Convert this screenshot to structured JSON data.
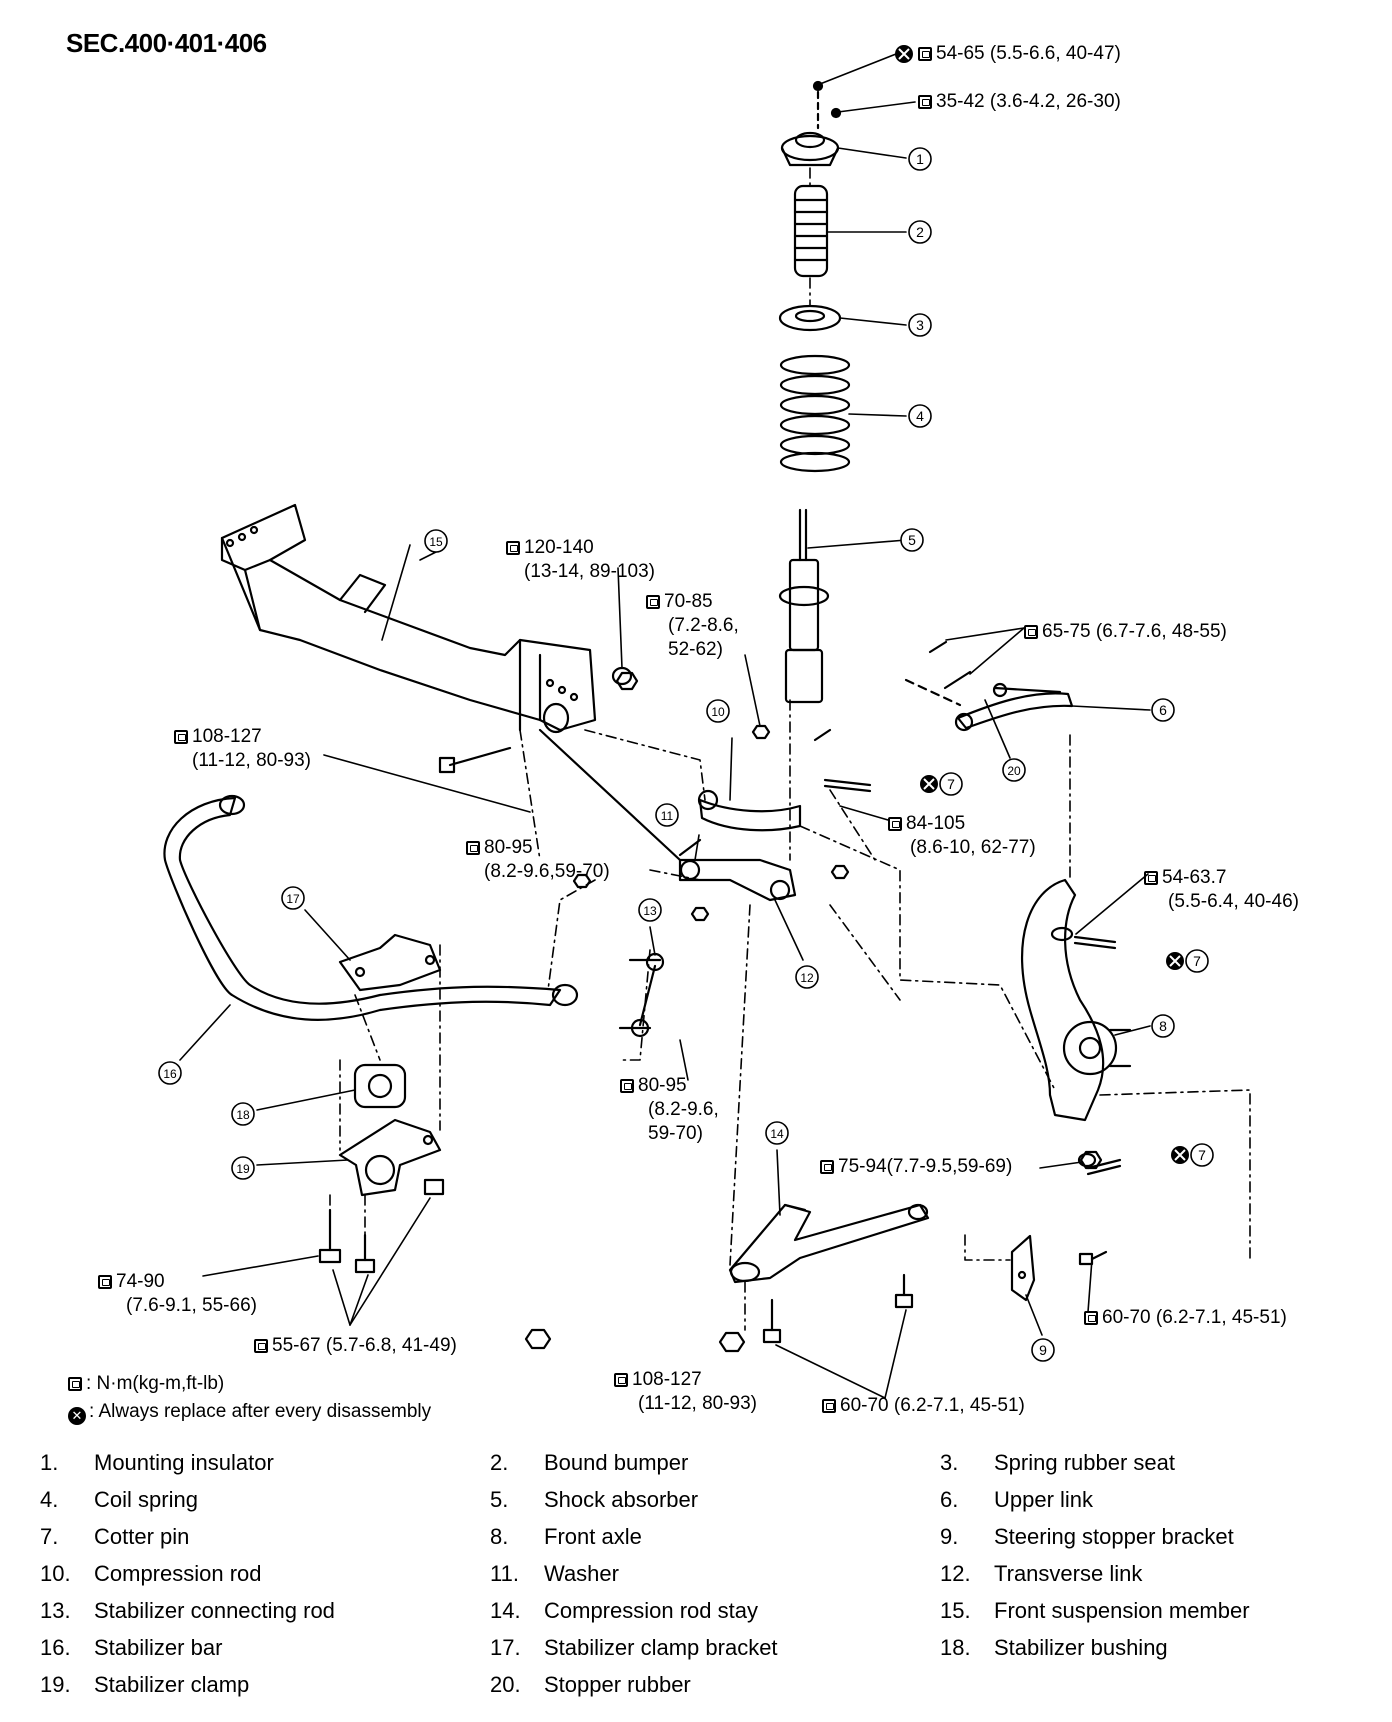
{
  "section_title": "SEC.400·401·406",
  "callout_numbers": [
    "1",
    "2",
    "3",
    "4",
    "5",
    "6",
    "7",
    "8",
    "9",
    "10",
    "11",
    "12",
    "13",
    "14",
    "15",
    "16",
    "17",
    "18",
    "19",
    "20"
  ],
  "torques": {
    "t1": "54-65 (5.5-6.6, 40-47)",
    "t2": "35-42 (3.6-4.2, 26-30)",
    "t3_l1": "120-140",
    "t3_l2": "(13-14, 89-103)",
    "t4_l1": "70-85",
    "t4_l2": "(7.2-8.6,",
    "t4_l3": "52-62)",
    "t5": "65-75 (6.7-7.6, 48-55)",
    "t6_l1": "108-127",
    "t6_l2": "(11-12, 80-93)",
    "t7_l1": "84-105",
    "t7_l2": "(8.6-10, 62-77)",
    "t8_l1": "80-95",
    "t8_l2": "(8.2-9.6,59-70)",
    "t9_l1": "54-63.7",
    "t9_l2": "(5.5-6.4, 40-46)",
    "t10_l1": "80-95",
    "t10_l2": "(8.2-9.6,",
    "t10_l3": "59-70)",
    "t11": "75-94(7.7-9.5,59-69)",
    "t12_l1": "74-90",
    "t12_l2": "(7.6-9.1, 55-66)",
    "t13": "55-67 (5.7-6.8, 41-49)",
    "t14": "60-70 (6.2-7.1, 45-51)",
    "t15_l1": "108-127",
    "t15_l2": "(11-12, 80-93)",
    "t16": "60-70 (6.2-7.1, 45-51)"
  },
  "legend": {
    "torque_unit": ": N·m(kg-m,ft-lb)",
    "replace_note": ": Always replace after every disassembly"
  },
  "parts": [
    {
      "num": "1.",
      "label": "Mounting insulator"
    },
    {
      "num": "2.",
      "label": "Bound bumper"
    },
    {
      "num": "3.",
      "label": "Spring rubber seat"
    },
    {
      "num": "4.",
      "label": "Coil spring"
    },
    {
      "num": "5.",
      "label": "Shock absorber"
    },
    {
      "num": "6.",
      "label": "Upper link"
    },
    {
      "num": "7.",
      "label": "Cotter pin"
    },
    {
      "num": "8.",
      "label": "Front axle"
    },
    {
      "num": "9.",
      "label": "Steering stopper bracket"
    },
    {
      "num": "10.",
      "label": "Compression rod"
    },
    {
      "num": "11.",
      "label": "Washer"
    },
    {
      "num": "12.",
      "label": "Transverse link"
    },
    {
      "num": "13.",
      "label": "Stabilizer connecting rod"
    },
    {
      "num": "14.",
      "label": "Compression rod stay"
    },
    {
      "num": "15.",
      "label": "Front suspension member"
    },
    {
      "num": "16.",
      "label": "Stabilizer bar"
    },
    {
      "num": "17.",
      "label": "Stabilizer clamp bracket"
    },
    {
      "num": "18.",
      "label": "Stabilizer bushing"
    },
    {
      "num": "19.",
      "label": "Stabilizer clamp"
    },
    {
      "num": "20.",
      "label": "Stopper rubber"
    }
  ]
}
